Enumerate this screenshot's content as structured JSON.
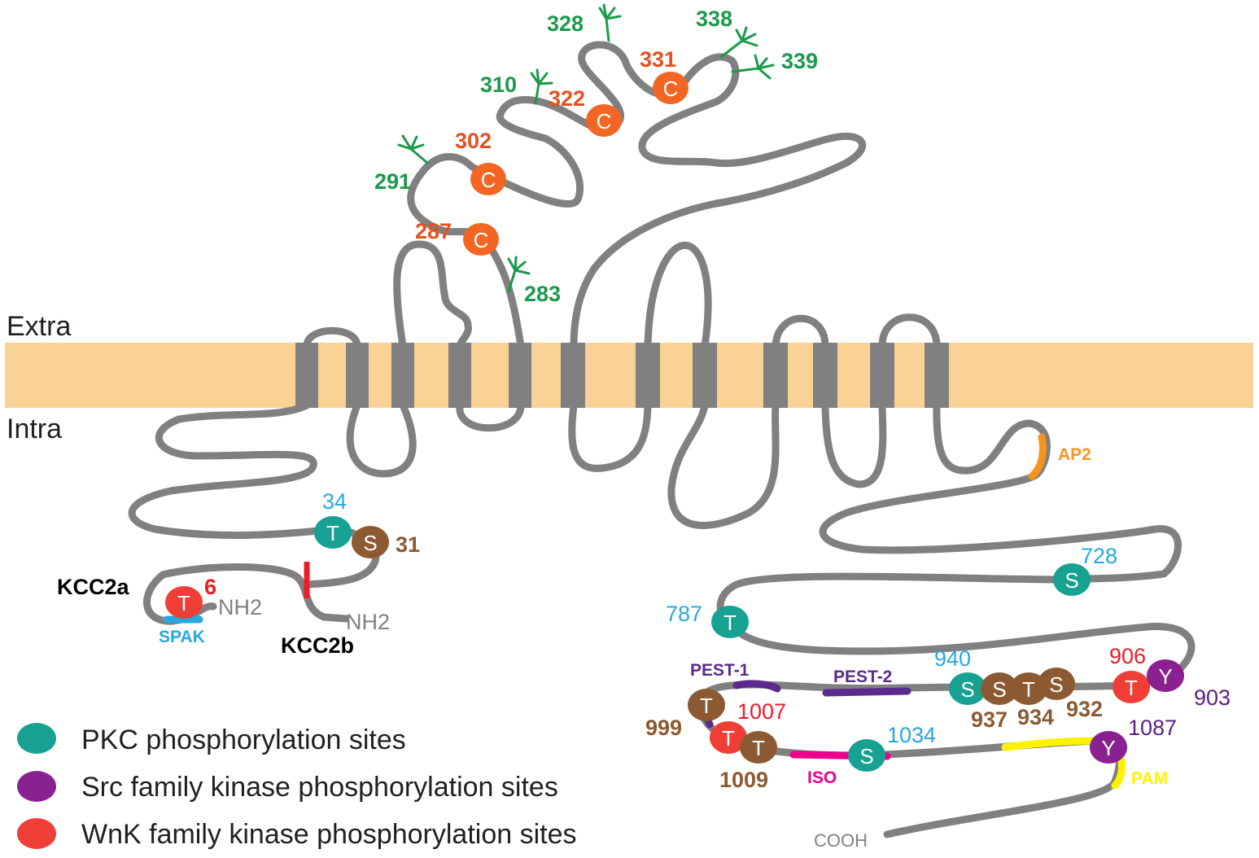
{
  "regions": {
    "extra": "Extra",
    "intra": "Intra"
  },
  "colors": {
    "membrane": "#fbd295",
    "helix": "#808080",
    "chain": "#808080",
    "pkc": "#17a193",
    "src": "#8a2190",
    "wnk": "#ee3e36",
    "brown_site": "#8c5a32",
    "cysteine": "#f26522",
    "glyco": "#1a9a4a",
    "pkc_label": "#27a8e0",
    "src_label": "#5b1e86",
    "wnk_label": "#ee1c25",
    "brown_label": "#8c5a32",
    "cys_label": "#e8501f",
    "ap2": "#f7941d",
    "pest": "#5b2a8c",
    "iso": "#ec008c",
    "pam": "#fff200",
    "spak": "#27a8e0",
    "splice_bar": "#ee1c25"
  },
  "termini": {
    "nh2_a": "NH2",
    "nh2_b": "NH2",
    "cooh": "COOH"
  },
  "isoforms": {
    "kcc2a": "KCC2a",
    "kcc2b": "KCC2b"
  },
  "motifs": {
    "spak": "SPAK",
    "ap2": "AP2",
    "pest1": "PEST-1",
    "pest2": "PEST-2",
    "iso": "ISO",
    "pam": "PAM"
  },
  "cysteines": [
    {
      "letter": "C",
      "number": "287"
    },
    {
      "letter": "C",
      "number": "302"
    },
    {
      "letter": "C",
      "number": "322"
    },
    {
      "letter": "C",
      "number": "331"
    }
  ],
  "glycosylation": [
    "283",
    "291",
    "310",
    "328",
    "338",
    "339"
  ],
  "sites": [
    {
      "id": "t6",
      "letter": "T",
      "number": "6",
      "kind": "wnk"
    },
    {
      "id": "t34",
      "letter": "T",
      "number": "34",
      "kind": "pkc"
    },
    {
      "id": "s31",
      "letter": "S",
      "number": "31",
      "kind": "brown"
    },
    {
      "id": "s728",
      "letter": "S",
      "number": "728",
      "kind": "pkc"
    },
    {
      "id": "t787",
      "letter": "T",
      "number": "787",
      "kind": "pkc"
    },
    {
      "id": "s940",
      "letter": "S",
      "number": "940",
      "kind": "pkc"
    },
    {
      "id": "s937",
      "letter": "S",
      "number": "937",
      "kind": "brown"
    },
    {
      "id": "t934",
      "letter": "T",
      "number": "934",
      "kind": "brown"
    },
    {
      "id": "s932",
      "letter": "S",
      "number": "932",
      "kind": "brown"
    },
    {
      "id": "t906",
      "letter": "T",
      "number": "906",
      "kind": "wnk"
    },
    {
      "id": "y903",
      "letter": "Y",
      "number": "903",
      "kind": "src"
    },
    {
      "id": "t999",
      "letter": "T",
      "number": "999",
      "kind": "brown"
    },
    {
      "id": "t1007",
      "letter": "T",
      "number": "1007",
      "kind": "wnk"
    },
    {
      "id": "t1009",
      "letter": "T",
      "number": "1009",
      "kind": "brown"
    },
    {
      "id": "s1034",
      "letter": "S",
      "number": "1034",
      "kind": "pkc"
    },
    {
      "id": "y1087",
      "letter": "Y",
      "number": "1087",
      "kind": "src"
    }
  ],
  "legend": [
    {
      "label": "PKC phosphorylation sites",
      "color": "#17a193"
    },
    {
      "label": "Src family kinase phosphorylation sites",
      "color": "#8a2190"
    },
    {
      "label": "WnK family kinase phosphorylation sites",
      "color": "#ee3e36"
    }
  ]
}
